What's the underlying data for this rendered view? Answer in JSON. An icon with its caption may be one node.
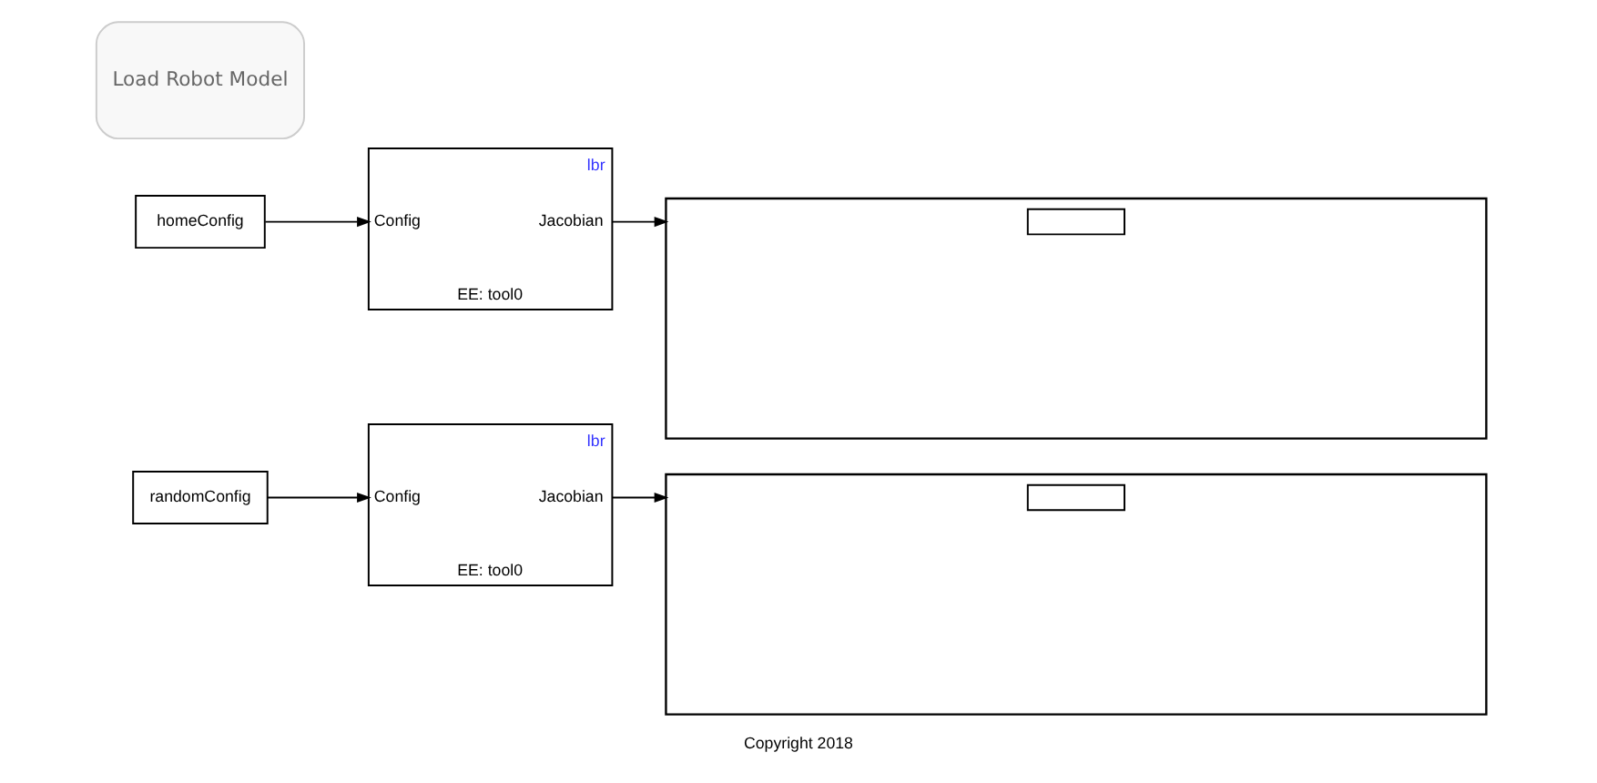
{
  "diagram": {
    "caption": "Copyright 2018",
    "nodes": [
      {
        "text": [
          "Load Robot Model"
        ]
      },
      {
        "text": [
          "homeConfig"
        ]
      },
      {
        "text": [
          "lbr",
          "Config",
          "Jacobian",
          "EE: tool0"
        ]
      },
      {
        "text": [],
        "shape": "box"
      },
      {
        "text": [],
        "shape": "box",
        "in": 3
      },
      {
        "text": [
          "randomConfig"
        ]
      },
      {
        "text": [
          "lbr",
          "Config",
          "Jacobian",
          "EE: tool0"
        ]
      },
      {
        "text": [],
        "shape": "box"
      },
      {
        "text": [],
        "shape": "box",
        "in": 7
      }
    ],
    "edges": [
      {
        "from": 1,
        "to": 2,
        "arrow": "to"
      },
      {
        "from": 2,
        "to": 3,
        "arrow": "to"
      },
      {
        "from": 5,
        "to": 6,
        "arrow": "to"
      },
      {
        "from": 6,
        "to": 7,
        "arrow": "to"
      }
    ]
  }
}
